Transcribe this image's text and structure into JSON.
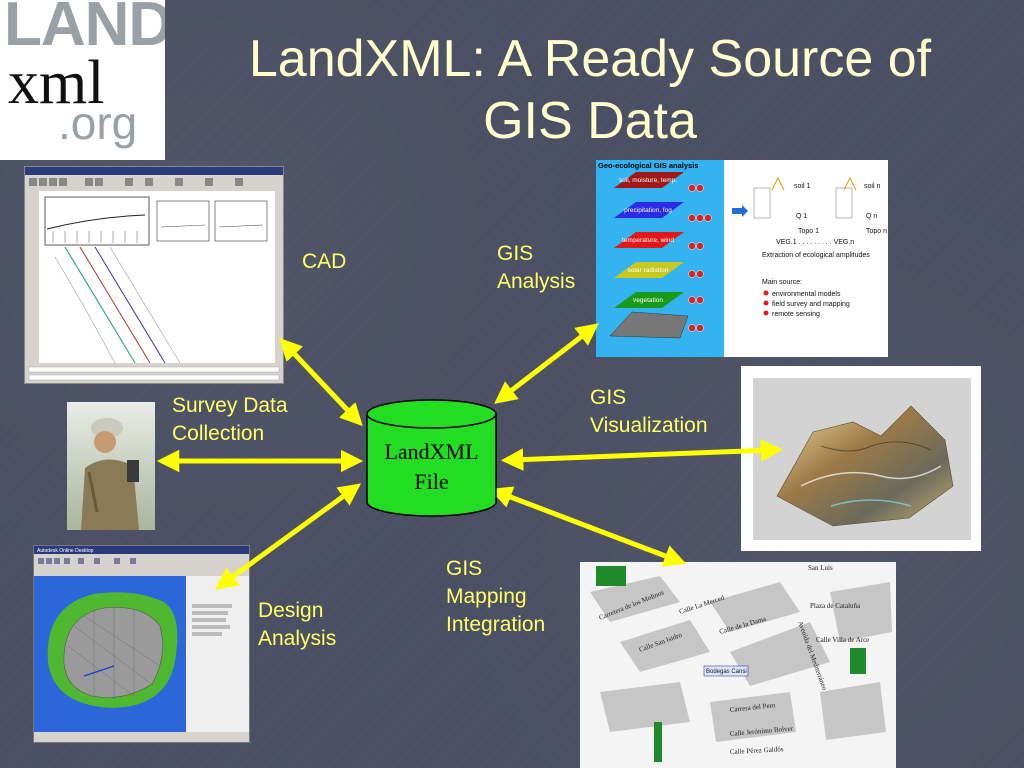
{
  "logo": {
    "land": "LAND",
    "xml": "xml",
    "org": ".org"
  },
  "title": {
    "line1": "LandXML: A Ready Source of",
    "line2": "GIS Data"
  },
  "center": {
    "line1": "LandXML",
    "line2": "File"
  },
  "labels": {
    "cad": "CAD",
    "gis_analysis_1": "GIS",
    "gis_analysis_2": "Analysis",
    "survey_1": "Survey Data",
    "survey_2": "Collection",
    "gis_viz_1": "GIS",
    "gis_viz_2": "Visualization",
    "design_1": "Design",
    "design_2": "Analysis",
    "mapping_1": "GIS",
    "mapping_2": "Mapping",
    "mapping_3": "Integration"
  },
  "gis_panel": {
    "heading": "Geo-ecological GIS analysis",
    "layers": [
      "soil, moisture, temp.",
      "precipitation, fog",
      "temperature, wind",
      "solar radiation",
      "vegetation"
    ],
    "soil1": "soil 1",
    "soiln": "soil n",
    "q1": "Q 1",
    "qn": "Q n",
    "topo1": "Topo 1",
    "topon": "Topo n",
    "veg": "VEG.1 . . . . . . . . .   VEG.n",
    "extraction": "Extraction of ecological amplitudes",
    "main_source": "Main source:",
    "sources": [
      "environmental models",
      "field survey and mapping",
      "remote sensing"
    ]
  },
  "map_panel": {
    "streets": [
      "Carretera de los Molinos",
      "Calle La Merced",
      "Calle de la Dama",
      "Calle San Isidro",
      "Avenida del Mediterráneo",
      "Carrera del Pero",
      "Calle Jerónimo Bolver",
      "Calle Pérez Galdós",
      "Calle Villa de Arce",
      "San Luis",
      "Plaza de Cataluña"
    ],
    "marker": "Bodegas Cansi"
  },
  "design_panel": {
    "title": "Autodesk Online Desktop"
  },
  "colors": {
    "background": "#4a4f63",
    "label": "#ffff66",
    "title": "#ffffcc",
    "cylinder": "#22dd22",
    "arrow": "#ffff00"
  }
}
